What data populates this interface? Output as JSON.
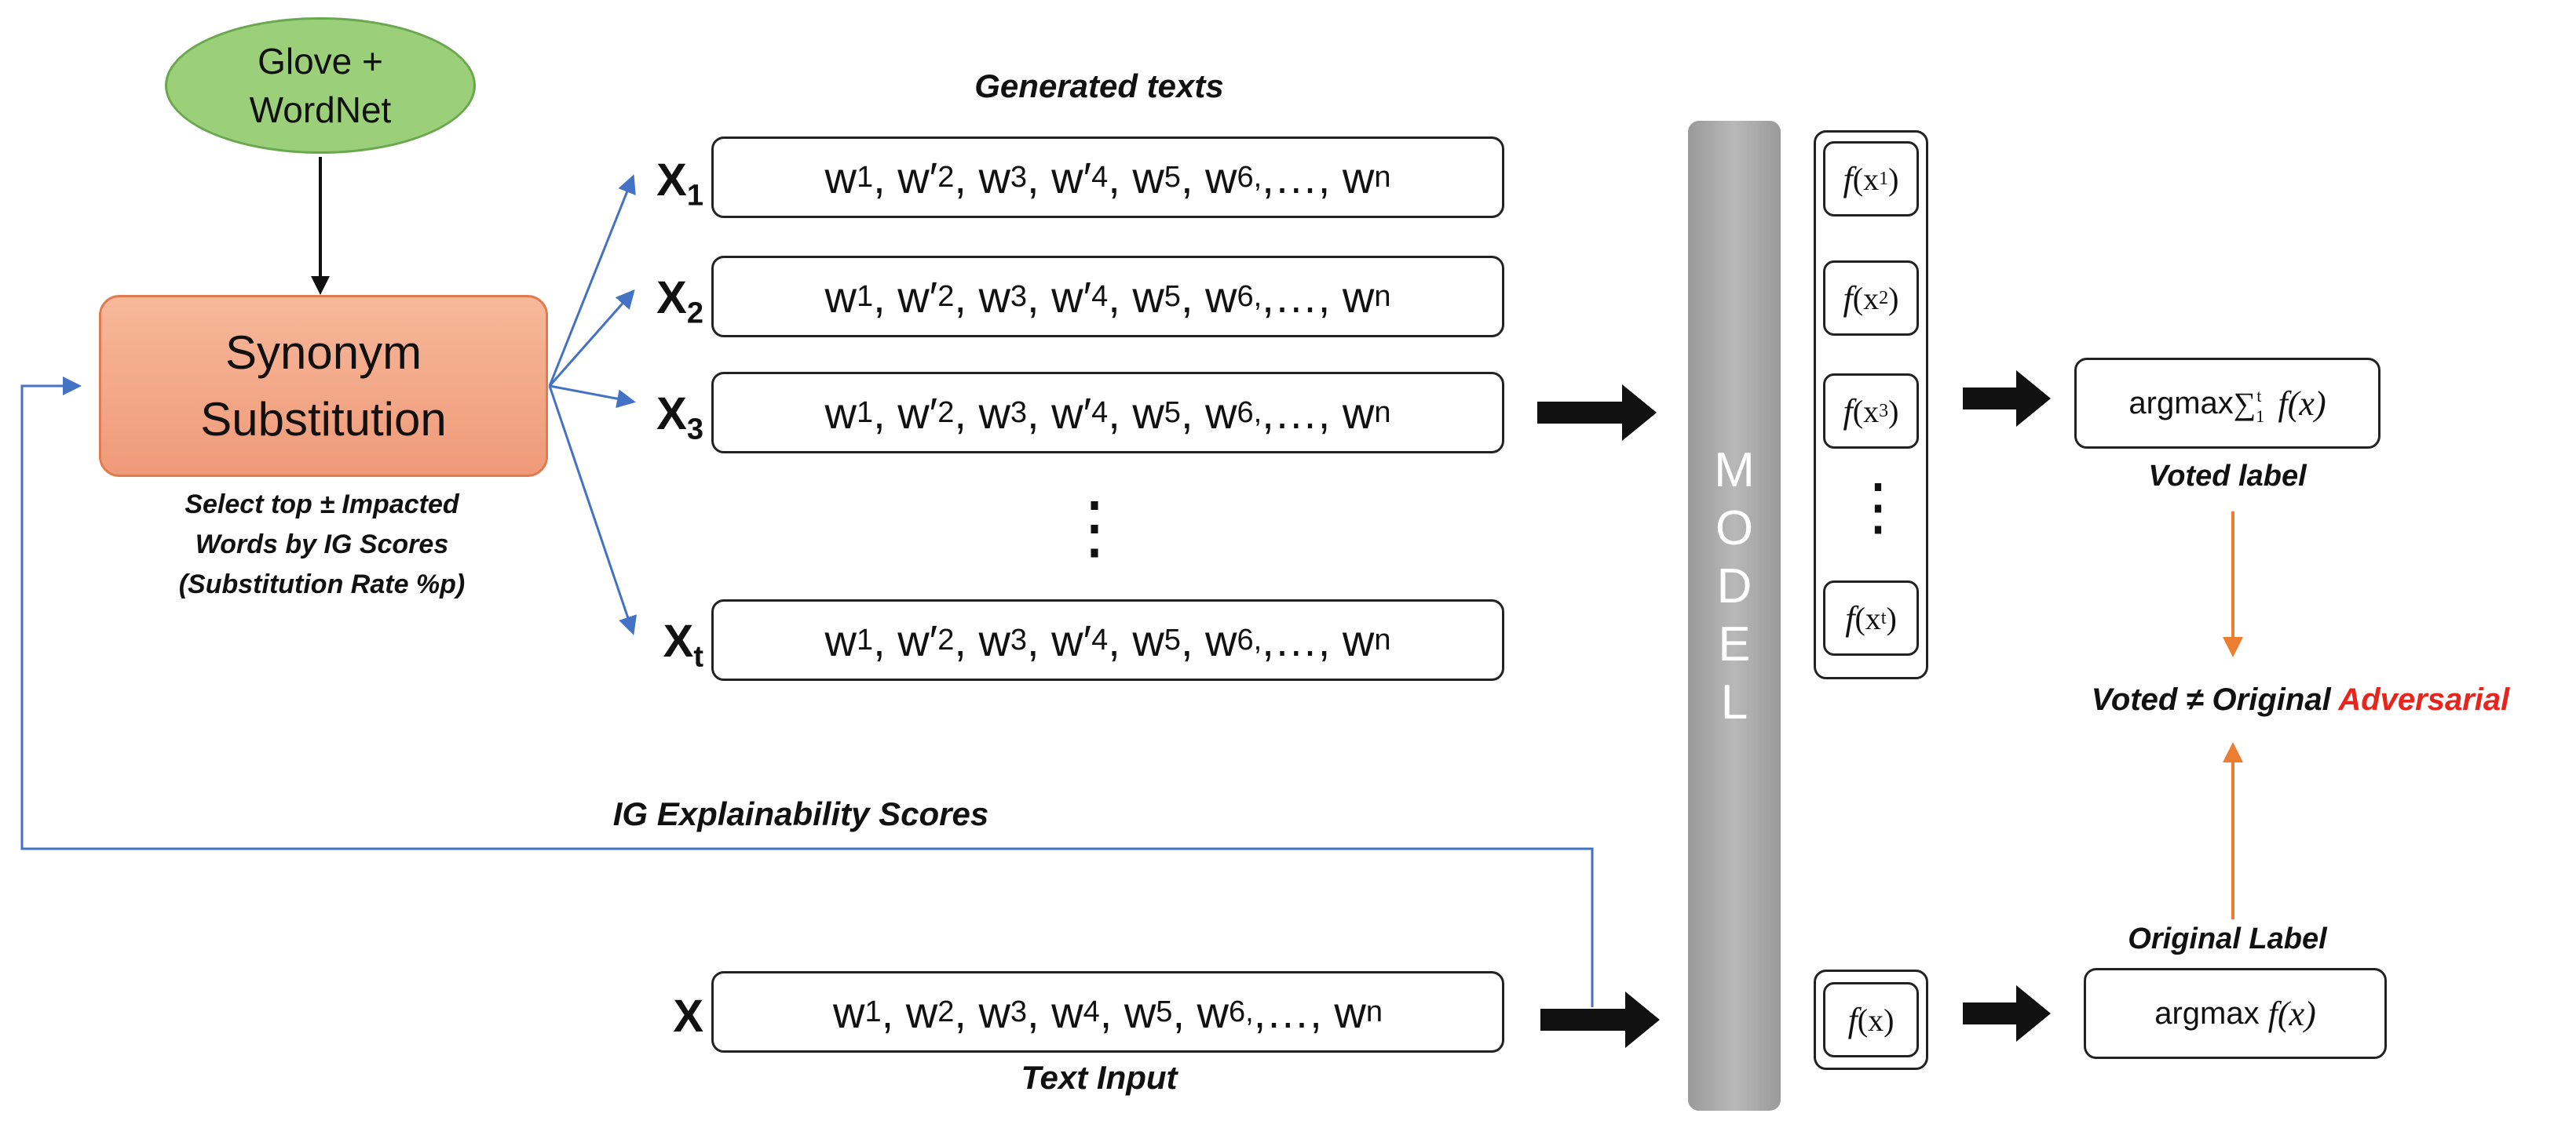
{
  "source_node": {
    "label": "Glove +\nWordNet"
  },
  "substitution": {
    "label": "Synonym\nSubstitution",
    "note": "Select top ± Impacted\nWords by IG Scores\n(Substitution Rate %p)"
  },
  "generated": {
    "title": "Generated texts",
    "rows": [
      {
        "var": "X",
        "sub": "1"
      },
      {
        "var": "X",
        "sub": "2"
      },
      {
        "var": "X",
        "sub": "3"
      },
      {
        "var": "X",
        "sub": "t"
      }
    ],
    "ellipsis": "⋮"
  },
  "input": {
    "var": "X",
    "caption": "Text Input"
  },
  "feedback_label": "IG Explainability Scores",
  "model": {
    "letters": [
      "M",
      "O",
      "D",
      "E",
      "L"
    ]
  },
  "outputs": {
    "fn": "f",
    "items": [
      "x1",
      "x2",
      "x3",
      "xt"
    ],
    "input_item": "x",
    "dots": "⋮"
  },
  "vote": {
    "formula_text": "argmax",
    "formula_fn": "f(x)",
    "label": "Voted label"
  },
  "original": {
    "formula_text": "argmax",
    "formula_fn": "f(x)",
    "label": "Original Label"
  },
  "decision": {
    "text": "Voted ≠ Original",
    "result": "Adversarial"
  },
  "colors": {
    "blue_line": "#4472c4",
    "orange_line": "#ed7d31",
    "red_text": "#e8251d",
    "green_node": "#9bcf7a",
    "orange_node": "#f0a07f"
  }
}
